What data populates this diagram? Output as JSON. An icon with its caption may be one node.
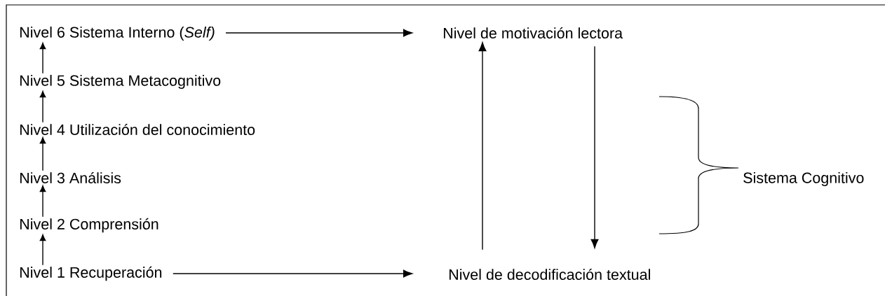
{
  "diagram": {
    "nodes": [
      {
        "text": [
          "Nivel 6 Sistema Interno (*Self)*"
        ]
      },
      {
        "text": [
          "Nivel de motivación lectora"
        ]
      },
      {
        "text": [
          "Nivel 5 Sistema Metacognitivo"
        ]
      },
      {
        "text": [
          "Nivel 4 Utilización del conocimiento"
        ]
      },
      {
        "text": [
          "Nivel 3 Análisis"
        ]
      },
      {
        "text": [
          "Nivel 2 Comprensión"
        ]
      },
      {
        "text": [
          "Nivel 1 Recuperación"
        ]
      },
      {
        "text": [
          "Nivel de decodificación textual"
        ]
      }
    ],
    "edges": [
      {
        "from": 0,
        "to": 1,
        "arrow": "to"
      },
      {
        "from": 6,
        "to": 7,
        "arrow": "to"
      },
      {
        "from": 6,
        "to": 5,
        "arrow": "to"
      },
      {
        "from": 5,
        "to": 4,
        "arrow": "to"
      },
      {
        "from": 4,
        "to": 3,
        "arrow": "to"
      },
      {
        "from": 3,
        "to": 2,
        "arrow": "to"
      },
      {
        "from": 2,
        "to": 0,
        "arrow": "to"
      },
      {
        "from": 7,
        "to": 1,
        "arrow": "to"
      },
      {
        "from": 1,
        "to": 7,
        "arrow": "to"
      }
    ],
    "labels": [
      "Sistema Cognitivo"
    ]
  }
}
